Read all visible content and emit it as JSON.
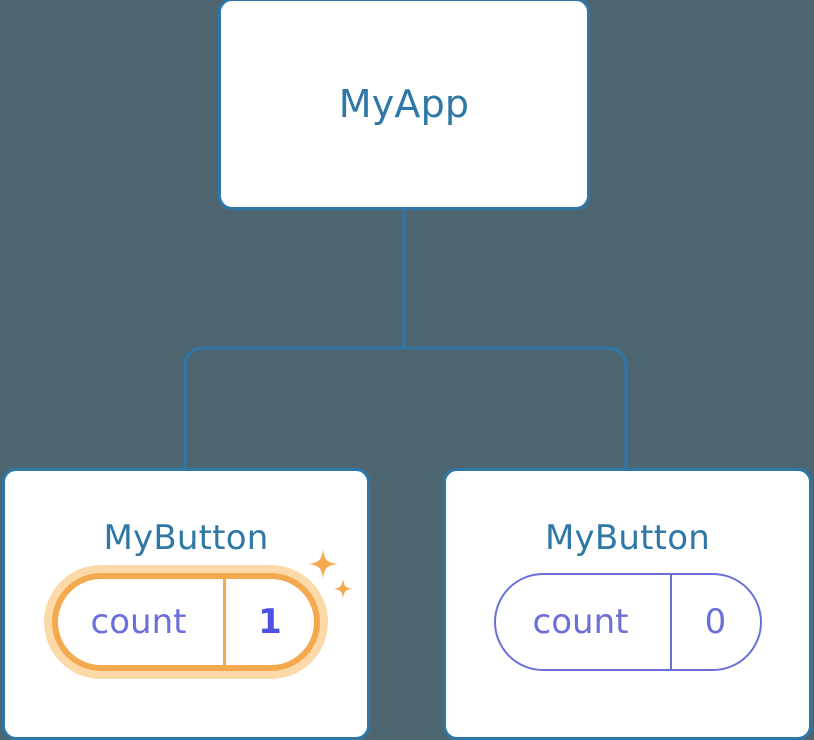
{
  "diagram": {
    "background_color": "#4d6672",
    "node_border_color": "#2e77a6",
    "node_title_color": "#2e77a6",
    "connector_color": "#2e77a6",
    "highlight_color": "#f5a94e",
    "highlight_halo_color": "#fbd9a8",
    "prop_color": "#6b6fd8",
    "prop_value_highlight_color": "#4f51e0"
  },
  "root": {
    "title": "MyApp"
  },
  "children": [
    {
      "title": "MyButton",
      "prop_key": "count",
      "prop_value": "1",
      "highlighted": true,
      "sparkle_large_icon": "sparkle-icon",
      "sparkle_small_icon": "sparkle-icon"
    },
    {
      "title": "MyButton",
      "prop_key": "count",
      "prop_value": "0",
      "highlighted": false
    }
  ]
}
